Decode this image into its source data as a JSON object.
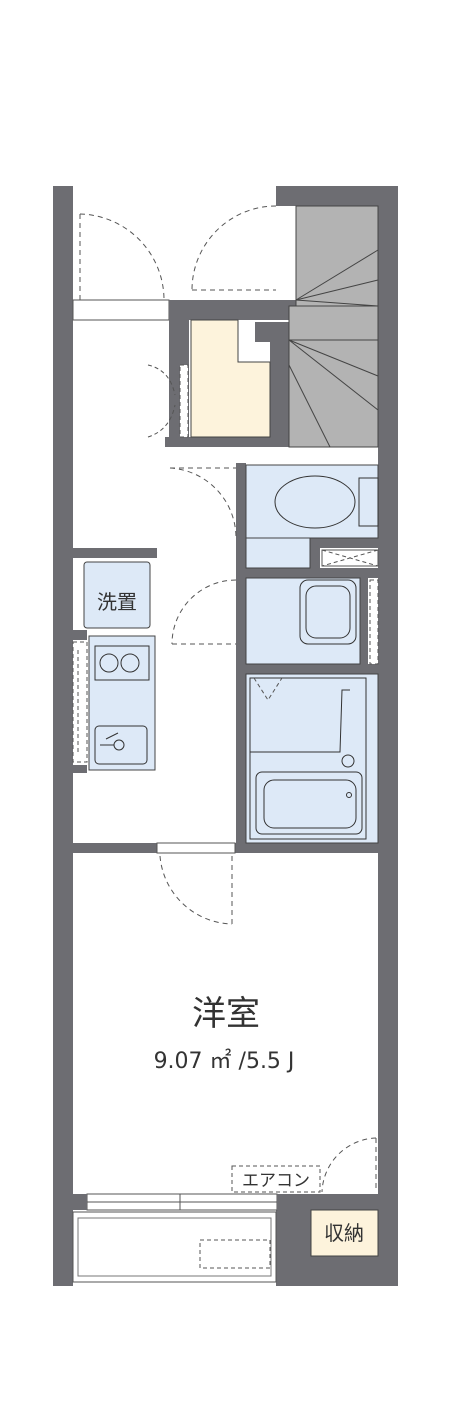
{
  "labels": {
    "western_room": "洋室",
    "western_room_size": "9.07 ㎡ /5.5 J",
    "laundry": "洗置",
    "aircon": "エアコン",
    "storage": "収納"
  },
  "colors": {
    "wall": "#6d6d72",
    "floor": "#ffffff",
    "wet_area": "#dde9f7",
    "storage": "#fdf3dc",
    "stairs": "#b3b3b3",
    "fixture_line": "#333333"
  }
}
